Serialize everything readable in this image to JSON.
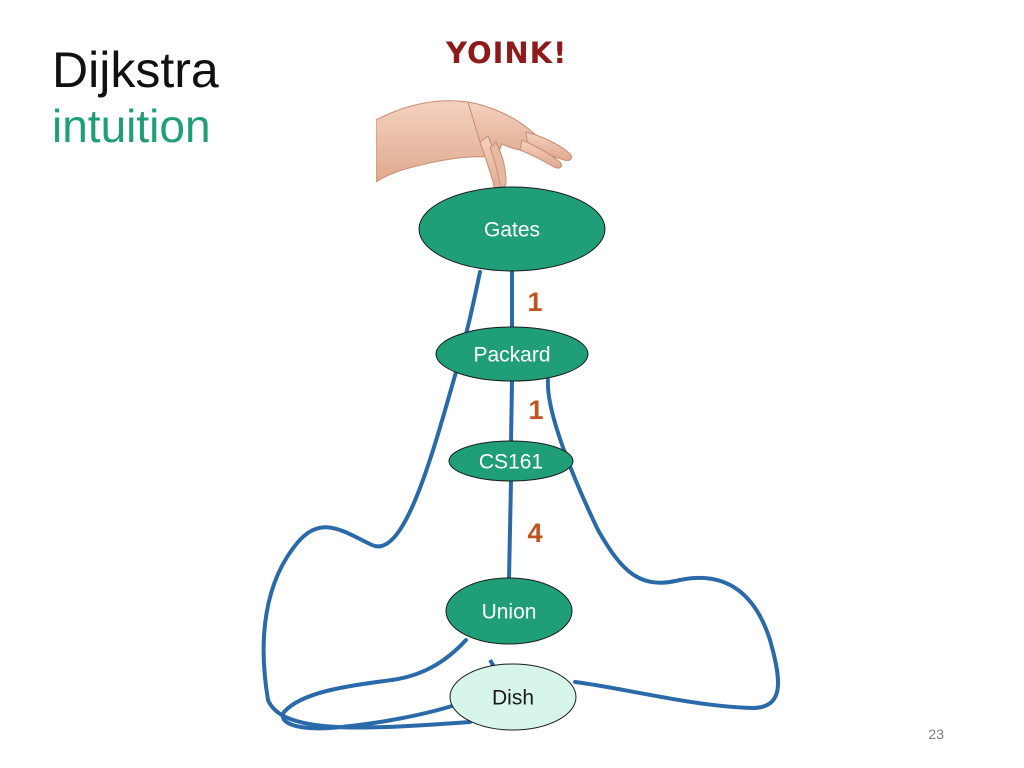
{
  "slide": {
    "title_line1": "Dijkstra",
    "title_line2": "intuition",
    "exclamation": "YOINK!",
    "page_number": "23"
  },
  "colors": {
    "title_text": "#111111",
    "title_accent": "#1f9e78",
    "exclamation": "#8e1b1b",
    "node_fill": "#1f9e78",
    "node_fill_light": "#d8f5ea",
    "edge": "#2a6aa8",
    "weight": "#c0531f"
  },
  "graph": {
    "nodes": [
      {
        "id": "gates",
        "label": "Gates",
        "style": "dark"
      },
      {
        "id": "packard",
        "label": "Packard",
        "style": "dark"
      },
      {
        "id": "cs161",
        "label": "CS161",
        "style": "dark"
      },
      {
        "id": "union",
        "label": "Union",
        "style": "dark"
      },
      {
        "id": "dish",
        "label": "Dish",
        "style": "light"
      }
    ],
    "edges": [
      {
        "from": "gates",
        "to": "packard",
        "weight": "1"
      },
      {
        "from": "packard",
        "to": "cs161",
        "weight": "1"
      },
      {
        "from": "cs161",
        "to": "union",
        "weight": "4"
      },
      {
        "from": "gates",
        "to": "dish",
        "weight": ""
      },
      {
        "from": "packard",
        "to": "dish",
        "weight": ""
      },
      {
        "from": "union",
        "to": "dish",
        "weight": ""
      }
    ]
  }
}
